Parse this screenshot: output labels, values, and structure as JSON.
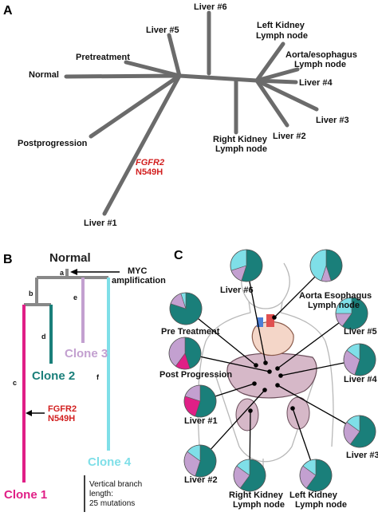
{
  "panels": {
    "a": "A",
    "b": "B",
    "c": "C"
  },
  "colors": {
    "tree_gray": "#6b6b6b",
    "clone1": "#e01f86",
    "clone2": "#1a7f7a",
    "clone3": "#c3a0d0",
    "clone4": "#7fdfe8",
    "mutation_red": "#d21f1f",
    "organ_fill": "#d6b8c8"
  },
  "panel_a": {
    "labels": {
      "liver6": "Liver #6",
      "liver5": "Liver #5",
      "pretreatment": "Pretreatment",
      "normal": "Normal",
      "postprogression": "Postprogression",
      "liver1": "Liver #1",
      "left_kidney_1": "Left Kidney",
      "left_kidney_2": "Lymph node",
      "aorta_1": "Aorta/esophagus",
      "aorta_2": "Lymph node",
      "liver4": "Liver #4",
      "liver3": "Liver #3",
      "liver2": "Liver #2",
      "right_kidney_1": "Right Kidney",
      "right_kidney_2": "Lymph node"
    },
    "mutation": {
      "line1": "FGFR2",
      "line2": "N549H"
    }
  },
  "panel_b": {
    "normal": "Normal",
    "myc_1": "MYC",
    "myc_2": "amplification",
    "branch_letters": {
      "a": "a",
      "b": "b",
      "c": "c",
      "d": "d",
      "e": "e",
      "f": "f"
    },
    "clones": {
      "clone1": "Clone 1",
      "clone2": "Clone 2",
      "clone3": "Clone 3",
      "clone4": "Clone 4"
    },
    "mutation": {
      "line1": "FGFR2",
      "line2": "N549H"
    },
    "scale_1": "Vertical branch",
    "scale_2": "length:",
    "scale_3": "25 mutations"
  },
  "panel_c": {
    "labels": {
      "liver6": "Liver #6",
      "aorta_1": "Aorta Esophagus",
      "aorta_2": "Lymph node",
      "pretreatment": "Pre Treatment",
      "liver5": "Liver #5",
      "postprogression": "Post Progression",
      "liver4": "Liver #4",
      "liver1": "Liver #1",
      "liver3": "Liver #3",
      "liver2": "Liver #2",
      "right_kidney_1": "Right Kidney",
      "right_kidney_2": "Lymph node",
      "left_kidney_1": "Left Kidney",
      "left_kidney_2": "Lymph node"
    },
    "pie_slices": [
      {
        "sample": "liver6",
        "fractions": {
          "clone2": 0.55,
          "clone4": 0.3,
          "clone3": 0.15
        }
      },
      {
        "sample": "aorta",
        "fractions": {
          "clone2": 0.45,
          "clone4": 0.45,
          "clone3": 0.1
        }
      },
      {
        "sample": "pretreatment",
        "fractions": {
          "clone2": 0.8,
          "clone3": 0.15,
          "clone4": 0.05
        }
      },
      {
        "sample": "liver5",
        "fractions": {
          "clone2": 0.6,
          "clone4": 0.25,
          "clone3": 0.15
        }
      },
      {
        "sample": "postprogression",
        "fractions": {
          "clone2": 0.45,
          "clone1": 0.15,
          "clone3": 0.4
        }
      },
      {
        "sample": "liver4",
        "fractions": {
          "clone2": 0.55,
          "clone3": 0.3,
          "clone4": 0.15
        }
      },
      {
        "sample": "liver1",
        "fractions": {
          "clone2": 0.55,
          "clone1": 0.25,
          "clone3": 0.2
        }
      },
      {
        "sample": "liver3",
        "fractions": {
          "clone2": 0.6,
          "clone3": 0.25,
          "clone4": 0.15
        }
      },
      {
        "sample": "liver2",
        "fractions": {
          "clone2": 0.55,
          "clone3": 0.3,
          "clone4": 0.15
        }
      },
      {
        "sample": "right_kidney",
        "fractions": {
          "clone2": 0.6,
          "clone3": 0.25,
          "clone4": 0.15
        }
      },
      {
        "sample": "left_kidney",
        "fractions": {
          "clone2": 0.6,
          "clone3": 0.25,
          "clone4": 0.15
        }
      }
    ]
  }
}
